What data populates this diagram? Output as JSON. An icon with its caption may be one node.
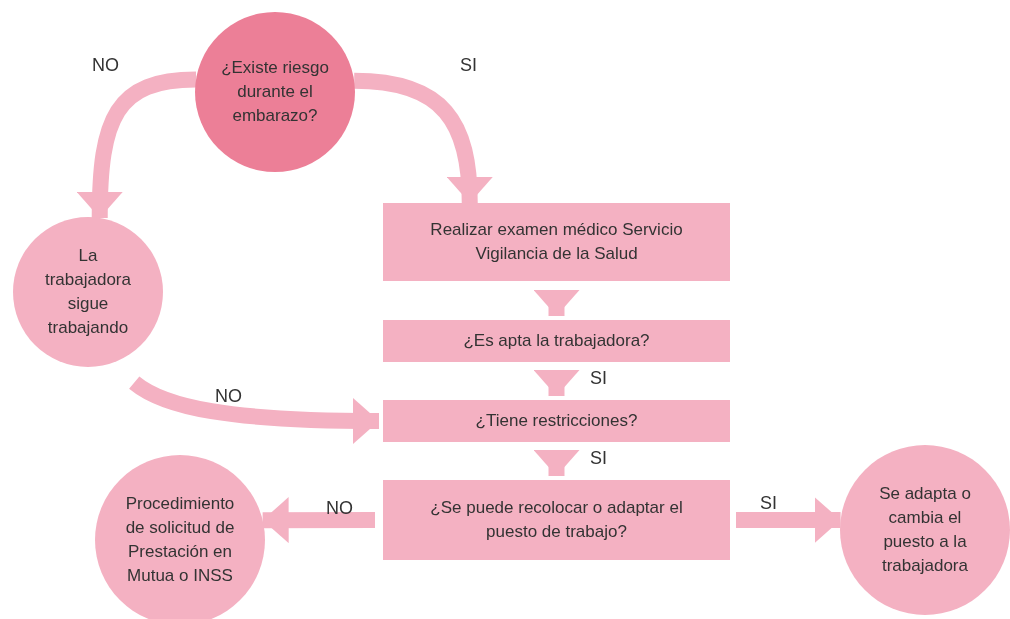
{
  "diagram": {
    "nodes": [
      {
        "text": [
          "¿Existe riesgo durante el embarazo?"
        ]
      },
      {
        "text": [
          "La trabajadora sigue trabajando"
        ]
      },
      {
        "text": [
          "Realizar examen médico Servicio Vigilancia de la Salud"
        ]
      },
      {
        "text": [
          "¿Es apta la trabajadora?"
        ]
      },
      {
        "text": [
          "¿Tiene restricciones?"
        ]
      },
      {
        "text": [
          "¿Se puede recolocar o adaptar el puesto de trabajo?"
        ]
      },
      {
        "text": [
          "Procedimiento de solicitud de Prestación en Mutua o INSS"
        ]
      },
      {
        "text": [
          "Se adapta o cambia el puesto a la trabajadora"
        ]
      }
    ],
    "edges": [
      {
        "from": 0,
        "to": 1,
        "arrow": "to",
        "label": "NO"
      },
      {
        "from": 0,
        "to": 2,
        "arrow": "to",
        "label": "SI"
      },
      {
        "from": 2,
        "to": 3,
        "arrow": "to"
      },
      {
        "from": 3,
        "to": 4,
        "arrow": "to",
        "label": "SI"
      },
      {
        "from": 4,
        "to": 5,
        "arrow": "to",
        "label": "SI"
      },
      {
        "from": 1,
        "to": 4,
        "arrow": "to",
        "label": "NO"
      },
      {
        "from": 5,
        "to": 6,
        "arrow": "to",
        "label": "NO"
      },
      {
        "from": 5,
        "to": 7,
        "arrow": "to",
        "label": "SI"
      }
    ]
  }
}
